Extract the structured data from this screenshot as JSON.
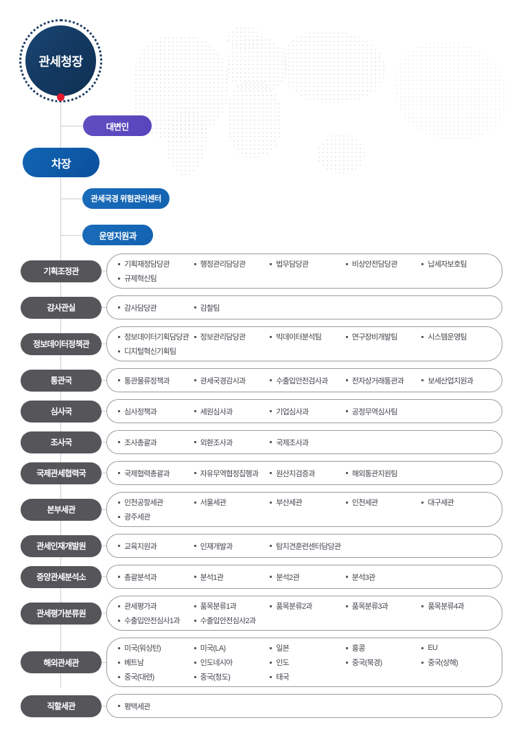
{
  "title": "관세청 조직도",
  "colors": {
    "navy": "#14395f",
    "red_dot": "#e8192c",
    "purple": "#5843bb",
    "blue": "#1262b1",
    "deputy_blue": "#0b57a8",
    "dept_gray": "#55555a",
    "connector_line": "#cccccc",
    "box_border": "#9a9a9a",
    "item_text": "#43434d",
    "map_dots": "#e9e9ee"
  },
  "top": {
    "commissioner": "관세청장",
    "spokesperson": "대변인",
    "deputy": "차장",
    "risk_center": "관세국경 위험관리센터",
    "operation_support": "운영지원과"
  },
  "departments": [
    {
      "label": "기획조정관",
      "items": [
        "기획재정담당관",
        "행정관리담당관",
        "법무담당관",
        "비상안전담당관",
        "납세자보호팀",
        "규제혁신팀"
      ]
    },
    {
      "label": "감사관실",
      "items": [
        "감사담당관",
        "감찰팀"
      ]
    },
    {
      "label": "정보데이터정책관",
      "items": [
        "정보데이터기획담당관",
        "정보관리담당관",
        "빅데이터분석팀",
        "연구장비개발팀",
        "시스템운영팀",
        "디지털혁신기획팀"
      ]
    },
    {
      "label": "통관국",
      "items": [
        "통관물류정책과",
        "관세국경감시과",
        "수출입안전검사과",
        "전자상거래통관과",
        "보세산업지원과"
      ]
    },
    {
      "label": "심사국",
      "items": [
        "심사정책과",
        "세원심사과",
        "기업심사과",
        "공정무역심사팀"
      ]
    },
    {
      "label": "조사국",
      "items": [
        "조사총괄과",
        "외환조사과",
        "국제조사과"
      ]
    },
    {
      "label": "국제관세협력국",
      "items": [
        "국제협력총괄과",
        "자유무역협정집행과",
        "원산지검증과",
        "해외통관지원팀"
      ]
    },
    {
      "label": "본부세관",
      "items": [
        "인천공항세관",
        "서울세관",
        "부산세관",
        "인천세관",
        "대구세관",
        "광주세관"
      ]
    },
    {
      "label": "관세인재개발원",
      "items": [
        "교육지원과",
        "인재개발과",
        "탐지견훈련센터담당관"
      ]
    },
    {
      "label": "중앙관세분석소",
      "items": [
        "총괄분석과",
        "분석1관",
        "분석2관",
        "분석3관"
      ]
    },
    {
      "label": "관세평가분류원",
      "items": [
        "관세평가과",
        "품목분류1과",
        "품목분류2과",
        "품목분류3과",
        "품목분류4과",
        "수출입안전심사1과",
        "수출입안전심사2과"
      ]
    },
    {
      "label": "해외관세관",
      "items": [
        "미국(워싱턴)",
        "미국(LA)",
        "일본",
        "홍콩",
        "EU",
        "베트남",
        "인도네시아",
        "인도",
        "중국(북경)",
        "중국(상해)",
        "중국(대련)",
        "중국(청도)",
        "태국"
      ]
    },
    {
      "label": "직할세관",
      "items": [
        "평택세관"
      ]
    }
  ]
}
